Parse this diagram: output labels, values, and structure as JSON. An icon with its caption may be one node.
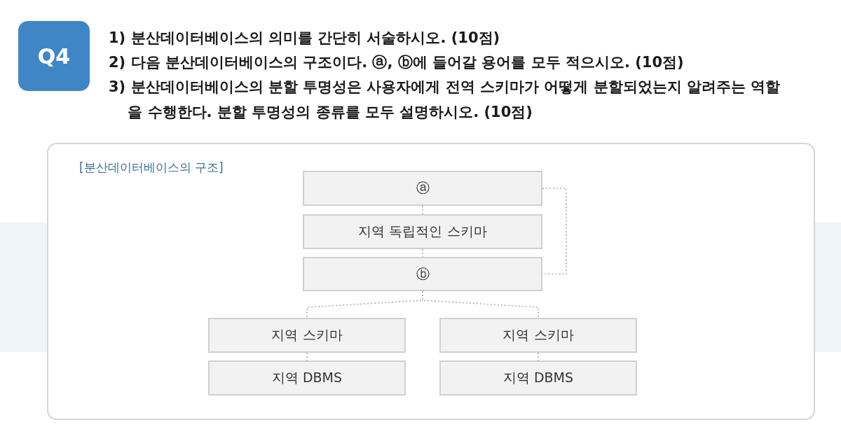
{
  "diagram": {
    "nodes": [
      {
        "text": [
          "Q4"
        ]
      },
      {
        "text": [
          "[분산데이터베이스의 구조]"
        ]
      },
      {
        "text": [
          "ⓐ"
        ],
        "in": 1
      },
      {
        "text": [
          "지역 독립적인 스키마"
        ],
        "in": 1
      },
      {
        "text": [
          "ⓑ"
        ],
        "in": 1
      },
      {
        "text": [
          "지역 스키마"
        ],
        "in": 1
      },
      {
        "text": [
          "지역 스키마"
        ],
        "in": 1
      },
      {
        "text": [
          "지역 DBMS"
        ],
        "in": 1
      },
      {
        "text": [
          "지역 DBMS"
        ],
        "in": 1
      }
    ],
    "edges": [
      {
        "from": 2,
        "to": 3,
        "arrow": "none",
        "style": "dashed"
      },
      {
        "from": 3,
        "to": 4,
        "arrow": "none",
        "style": "dashed"
      },
      {
        "from": 2,
        "to": 4,
        "arrow": "none",
        "style": "dashed"
      },
      {
        "from": 4,
        "to": 5,
        "arrow": "none",
        "style": "dashed"
      },
      {
        "from": 4,
        "to": 6,
        "arrow": "none",
        "style": "dashed"
      },
      {
        "from": 5,
        "to": 7,
        "arrow": "none",
        "style": "dashed"
      },
      {
        "from": 6,
        "to": 8,
        "arrow": "none",
        "style": "dashed"
      }
    ],
    "labels": [
      "1) 분산데이터베이스의 의미를 간단히 서술하시오. (10점)",
      "2) 다음 분산데이터베이스의 구조이다. ⓐ, ⓑ에 들어갈 용어를 모두 적으시오. (10점)",
      "3) 분산데이터베이스의 분할 투명성은 사용자에게 전역 스키마가 어떻게 분할되었는지 알려주는 역할을 수행한다. 분할 투명성의 종류를 모두 설명하시오. (10점)"
    ]
  }
}
